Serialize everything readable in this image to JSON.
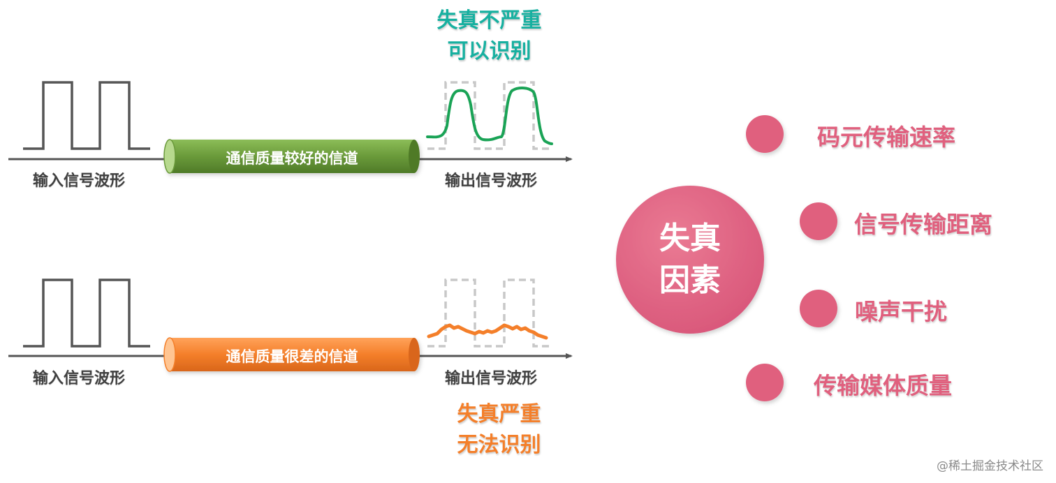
{
  "colors": {
    "good_pipe": "#6a9a3a",
    "bad_pipe": "#f47f2a",
    "good_wave": "#1aa356",
    "bad_wave": "#f47f2a",
    "good_note": "#17b0a0",
    "bad_note": "#f47f2a",
    "factor": "#e0607e",
    "dashed": "#c8c8c8",
    "axis": "#555555"
  },
  "top_row": {
    "input_label": "输入信号波形",
    "channel_label": "通信质量较好的信道",
    "output_label": "输出信号波形",
    "note_line1": "失真不严重",
    "note_line2": "可以识别"
  },
  "bottom_row": {
    "input_label": "输入信号波形",
    "channel_label": "通信质量很差的信道",
    "output_label": "输出信号波形",
    "note_line1": "失真严重",
    "note_line2": "无法识别"
  },
  "factors": {
    "center_line1": "失真",
    "center_line2": "因素",
    "items": [
      {
        "label": "码元传输速率"
      },
      {
        "label": "信号传输距离"
      },
      {
        "label": "噪声干扰"
      },
      {
        "label": "传输媒体质量"
      }
    ]
  },
  "watermark": "@稀土掘金技术社区"
}
